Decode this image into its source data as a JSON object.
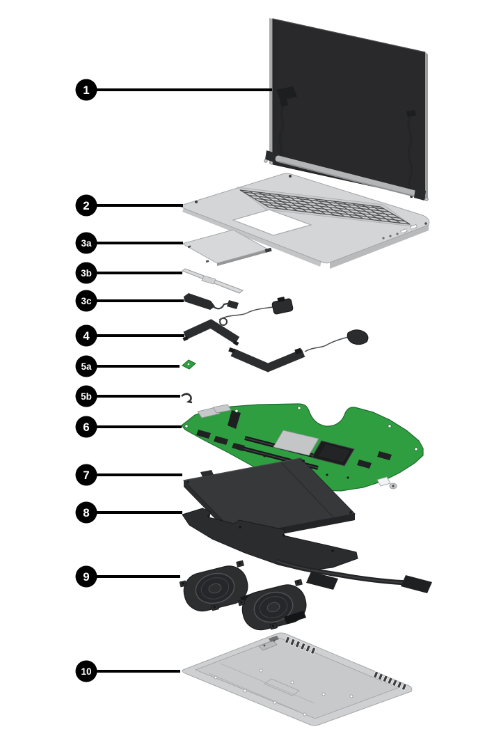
{
  "diagram": {
    "figure_type": "exploded-view",
    "subject": "laptop-service-parts",
    "background": "#ffffff",
    "callout_style": {
      "bubble_color": "#000000",
      "label_color": "#ffffff"
    },
    "callouts": [
      {
        "label": "1",
        "part": "display-assembly"
      },
      {
        "label": "2",
        "part": "top-cover-with-keyboard"
      },
      {
        "label": "3a",
        "part": "touchpad"
      },
      {
        "label": "3b",
        "part": "touchpad-bracket"
      },
      {
        "label": "3c",
        "part": "touchpad-cable"
      },
      {
        "label": "4",
        "part": "speakers"
      },
      {
        "label": "5a",
        "part": "sensor-board"
      },
      {
        "label": "5b",
        "part": "sensor-board-cable"
      },
      {
        "label": "6",
        "part": "system-board"
      },
      {
        "label": "7",
        "part": "battery"
      },
      {
        "label": "8",
        "part": "heat-sink"
      },
      {
        "label": "9",
        "part": "fans"
      },
      {
        "label": "10",
        "part": "bottom-cover"
      }
    ],
    "part_colors": {
      "display_panel": "#29292b",
      "metal_silver": "#d3d5d7",
      "system_board_green": "#2f9e41",
      "dark_component": "#2e2f31"
    }
  }
}
